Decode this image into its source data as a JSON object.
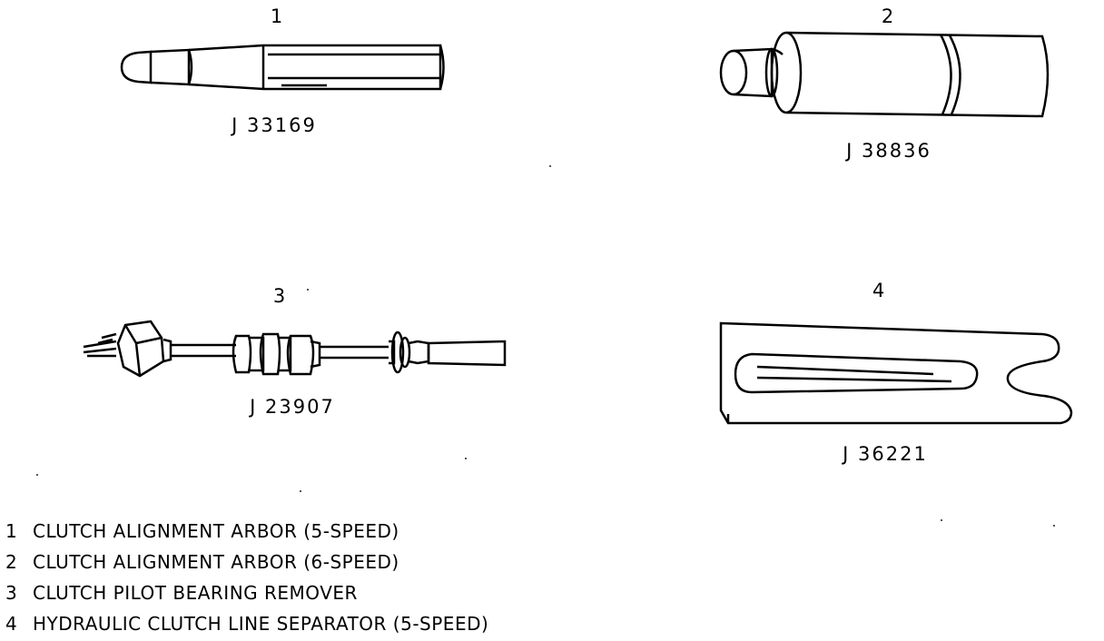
{
  "tools": [
    {
      "number": "1",
      "code": "J 33169",
      "name": "CLUTCH ALIGNMENT ARBOR (5-SPEED)"
    },
    {
      "number": "2",
      "code": "J 38836",
      "name": "CLUTCH ALIGNMENT ARBOR (6-SPEED)"
    },
    {
      "number": "3",
      "code": "J 23907",
      "name": "CLUTCH PILOT BEARING REMOVER"
    },
    {
      "number": "4",
      "code": "J 36221",
      "name": "HYDRAULIC CLUTCH LINE SEPARATOR (5-SPEED)"
    }
  ]
}
